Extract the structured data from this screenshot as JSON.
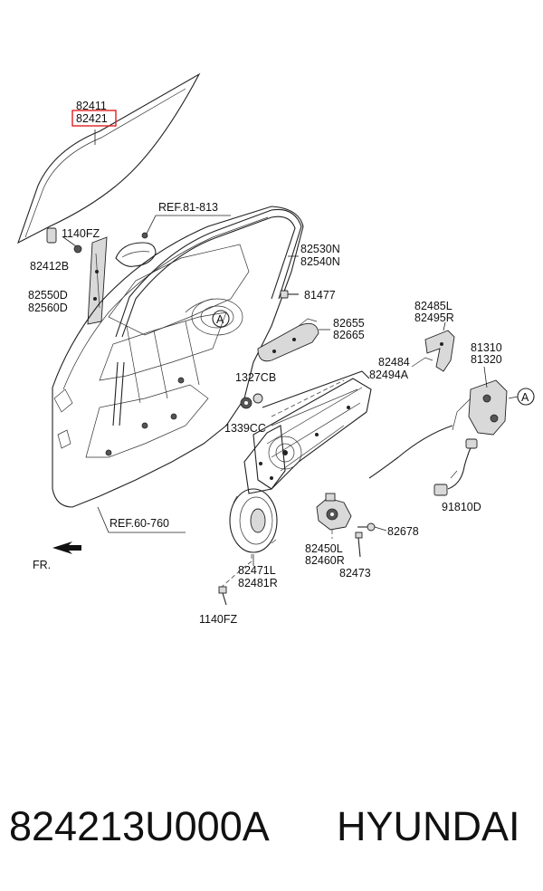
{
  "labels": {
    "p82411": "82411",
    "p82421": "82421",
    "p1140fz_top": "1140FZ",
    "p82412b": "82412B",
    "ref_81_813": "REF.81-813",
    "p82530n": "82530N",
    "p82540n": "82540N",
    "p82550d": "82550D",
    "p82560d": "82560D",
    "p81477": "81477",
    "p82485l": "82485L",
    "p82495r": "82495R",
    "p82655": "82655",
    "p82665": "82665",
    "p81310": "81310",
    "p81320": "81320",
    "p82484": "82484",
    "p82494a": "82494A",
    "p1327cb": "1327CB",
    "p1339cc": "1339CC",
    "p91810d": "91810D",
    "ref_60_760": "REF.60-760",
    "p82678": "82678",
    "fr": "FR.",
    "p82450l": "82450L",
    "p82460r": "82460R",
    "p82473": "82473",
    "p82471l": "82471L",
    "p82481r": "82481R",
    "p1140fz_bottom": "1140FZ",
    "callout_a_left": "A",
    "callout_a_right": "A"
  },
  "highlight": {
    "part": "82421",
    "color": "#e02020"
  },
  "footer": {
    "part_number": "824213U000A",
    "brand": "HYUNDAI"
  }
}
